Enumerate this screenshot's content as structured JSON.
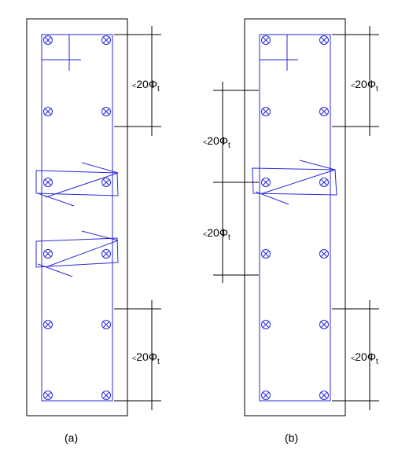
{
  "panels": [
    {
      "id": "a",
      "caption": "(a)",
      "dimensions": [
        {
          "lt": "<",
          "value": "20",
          "phi": "Φ",
          "sub": "t"
        },
        {
          "lt": "<",
          "value": "20",
          "phi": "Φ",
          "sub": "t"
        }
      ]
    },
    {
      "id": "b",
      "caption": "(b)",
      "dimensions": [
        {
          "lt": "<",
          "value": "20",
          "phi": "Φ",
          "sub": "t"
        },
        {
          "lt": "<",
          "value": "20",
          "phi": "Φ",
          "sub": "t"
        },
        {
          "lt": "<",
          "value": "20",
          "phi": "Φ",
          "sub": "t"
        },
        {
          "lt": "<",
          "value": "20",
          "phi": "Φ",
          "sub": "t"
        }
      ]
    }
  ],
  "colors": {
    "outline": "#000000",
    "stirrup": "#2a2ad8",
    "rebar": "#2a2ad8"
  }
}
